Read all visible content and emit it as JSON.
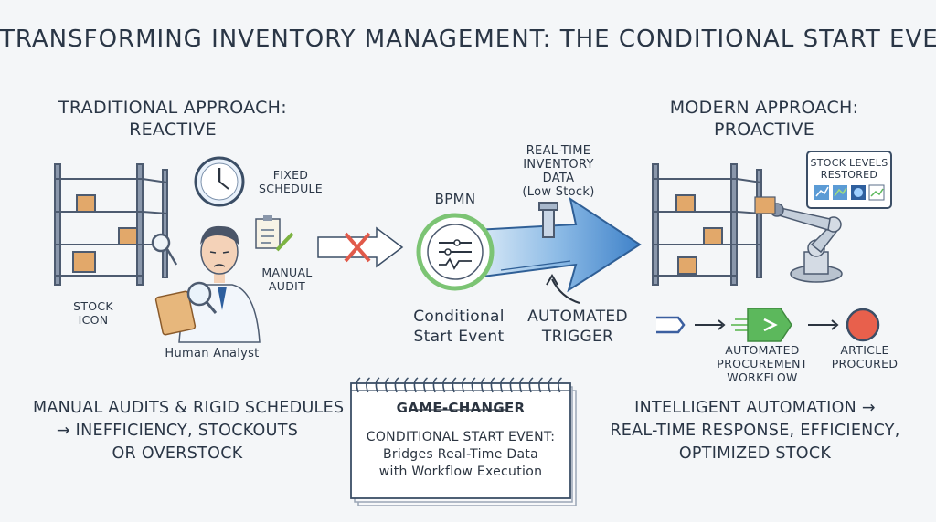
{
  "title": "TRANSFORMING INVENTORY MANAGEMENT: THE CONDITIONAL START EVENT",
  "traditional": {
    "heading_line1": "TRADITIONAL APPROACH:",
    "heading_line2": "REACTIVE",
    "fixed_schedule_line1": "FIXED",
    "fixed_schedule_line2": "SCHEDULE",
    "manual_audit_line1": "MANUAL",
    "manual_audit_line2": "AUDIT",
    "stock_icon_line1": "STOCK",
    "stock_icon_line2": "ICON",
    "human_analyst": "Human Analyst",
    "summary_line1": "MANUAL AUDITS & RIGID SCHEDULES",
    "summary_line2": "→ INEFFICIENCY, STOCKOUTS",
    "summary_line3": "OR OVERSTOCK"
  },
  "center": {
    "realtime_line1": "REAL-TIME",
    "realtime_line2": "INVENTORY",
    "realtime_line3": "DATA",
    "realtime_line4": "(Low Stock)",
    "bpmn": "BPMN",
    "event_line1": "Conditional",
    "event_line2": "Start Event",
    "trigger_line1": "AUTOMATED",
    "trigger_line2": "TRIGGER",
    "note_heading": "GAME-CHANGER",
    "note_line1": "CONDITIONAL START EVENT:",
    "note_line2": "Bridges Real-Time Data",
    "note_line3": "with Workflow Execution"
  },
  "modern": {
    "heading_line1": "MODERN APPROACH:",
    "heading_line2": "PROACTIVE",
    "screen_line1": "STOCK LEVELS",
    "screen_line2": "RESTORED",
    "workflow_line1": "AUTOMATED",
    "workflow_line2": "PROCUREMENT",
    "workflow_line3": "WORKFLOW",
    "procured_line1": "ARTICLE",
    "procured_line2": "PROCURED",
    "summary_line1": "INTELLIGENT AUTOMATION →",
    "summary_line2": "REAL-TIME RESPONSE, EFFICIENCY,",
    "summary_line3": "OPTIMIZED STOCK"
  },
  "colors": {
    "arrow_blue": "#5b9bd5",
    "event_green": "#7cc474",
    "workflow_green": "#5cb85c",
    "end_red": "#e8604c",
    "cross_red": "#e15a4a",
    "box_tan": "#e2a86a"
  }
}
